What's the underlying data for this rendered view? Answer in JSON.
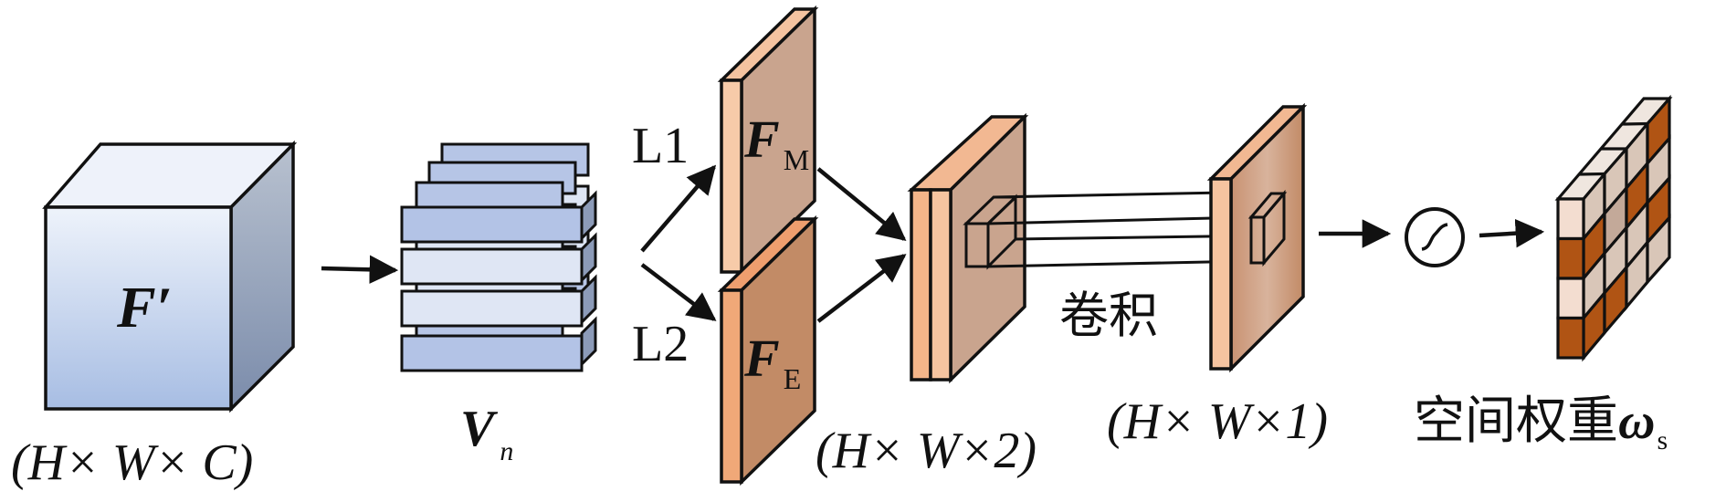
{
  "diagram": {
    "input_tensor": {
      "symbol": "F′",
      "dims": "(H× W× C)"
    },
    "vector_stack": {
      "symbol": "V",
      "subscript": "n"
    },
    "branch_labels": {
      "upper": "L1",
      "lower": "L2"
    },
    "feature_maps": {
      "upper": {
        "symbol": "F",
        "subscript": "M"
      },
      "lower": {
        "symbol": "F",
        "subscript": "E"
      }
    },
    "concat_dims": "(H× W×2)",
    "conv_label": "卷积",
    "conv_dims": "(H× W×1)",
    "sigmoid_symbol": "σ",
    "output": {
      "label": "空间权重",
      "symbol": "ω",
      "subscript": "s"
    }
  },
  "colors": {
    "cube_front_top": "#e6edf8",
    "cube_front_bottom": "#a8bde3",
    "cube_top": "#eef2fa",
    "cube_side_top": "#b3bccb",
    "cube_side_bottom": "#7f90ad",
    "vector_slab": "#b3c3e6",
    "map_light": "#f7c9a8",
    "map_face_upper": "#c9a48e",
    "map_face_lower": "#c28b66",
    "concat_face": "#c9a48e",
    "conv_out_face": "#c99b7c",
    "weight_dark": "#b05414",
    "weight_light": "#d9c6b8",
    "weight_mid": "#c3a999"
  }
}
